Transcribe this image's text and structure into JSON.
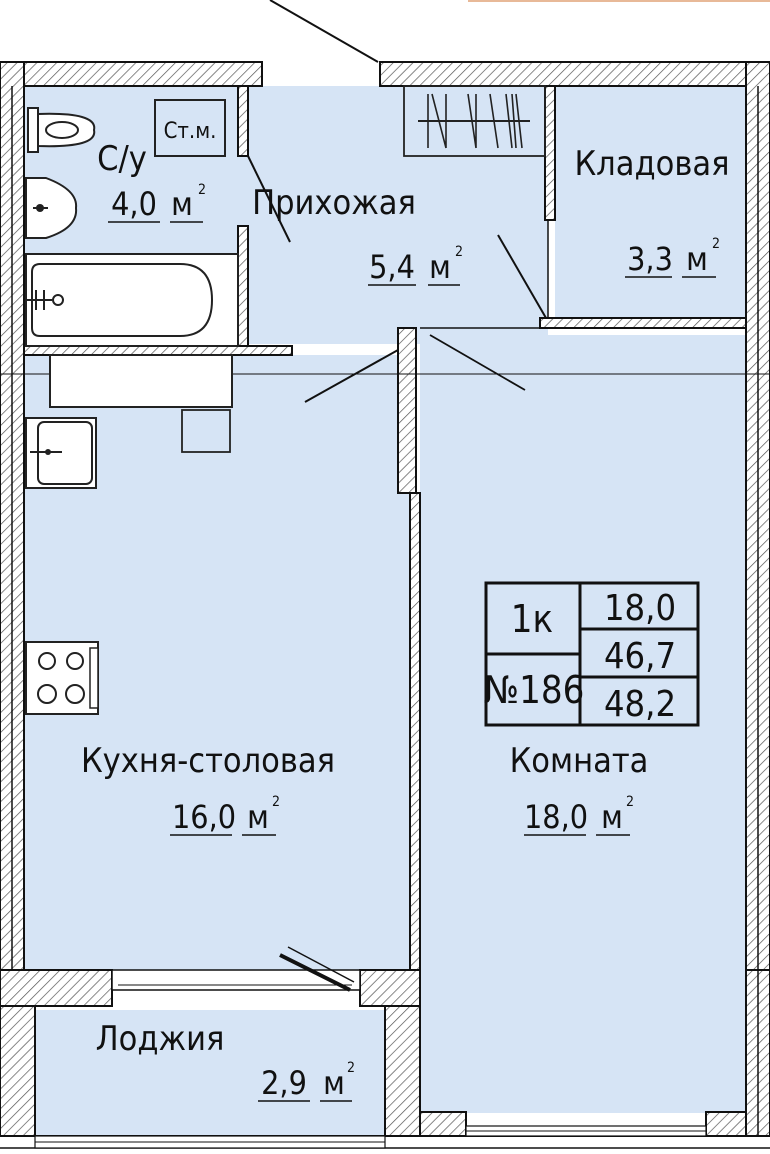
{
  "rooms": {
    "bathroom": {
      "name": "С/у",
      "area": "4,0",
      "unit": "м"
    },
    "hallway": {
      "name": "Прихожая",
      "area": "5,4",
      "unit": "м"
    },
    "storage": {
      "name": "Кладовая",
      "area": "3,3",
      "unit": "м"
    },
    "kitchen": {
      "name": "Кухня-столовая",
      "area": "16,0",
      "unit": "м"
    },
    "room": {
      "name": "Комната",
      "area": "18,0",
      "unit": "м"
    },
    "loggia": {
      "name": "Лоджия",
      "area": "2,9",
      "unit": "м"
    }
  },
  "superscript": "2",
  "riser_label": "Ст.м.",
  "summary": {
    "type": "1к",
    "number": "№186",
    "living_area": "18,0",
    "total_area": "46,7",
    "total_with_loggia": "48,2"
  },
  "colors": {
    "floor": "#d6e4f5",
    "wall_hatch": "#555555",
    "outline": "#111111"
  }
}
